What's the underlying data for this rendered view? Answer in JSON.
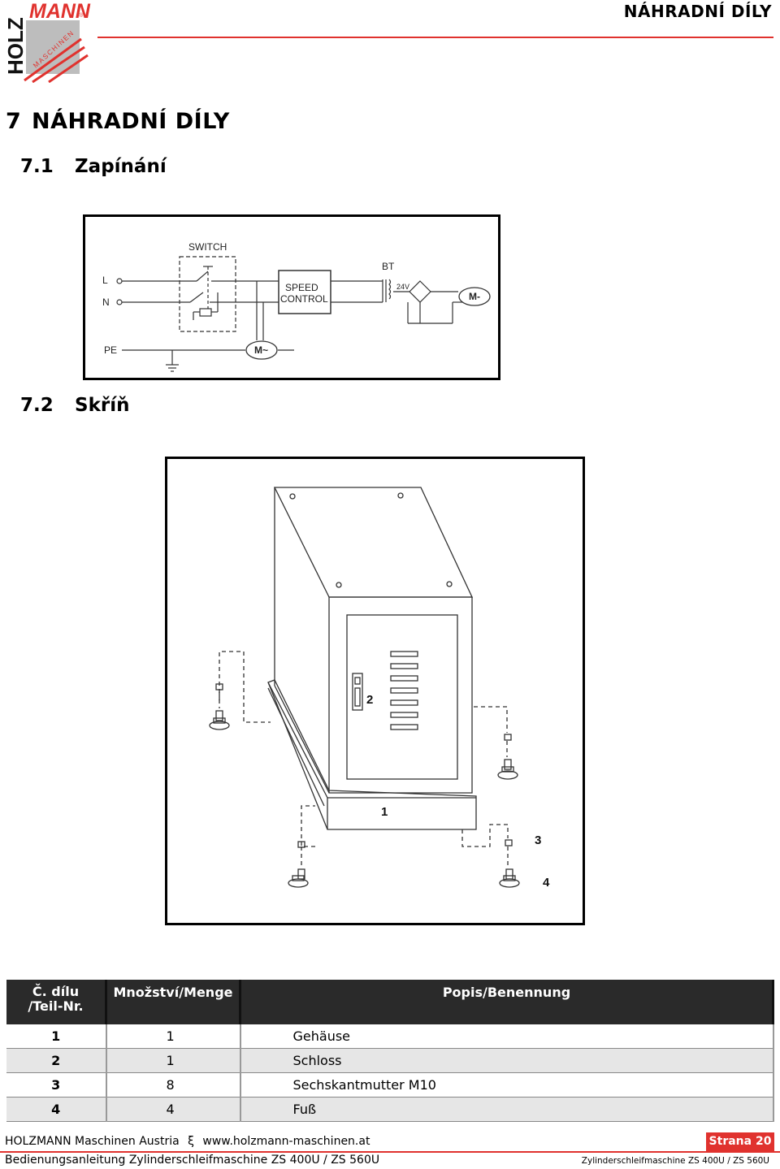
{
  "brand": {
    "holz": "HOLZ",
    "mann": "MANN",
    "reg": "®",
    "maschinen": "MASCHINEN"
  },
  "header": {
    "title": "NÁHRADNÍ DÍLY"
  },
  "section": {
    "number": "7",
    "title": "NÁHRADNÍ DÍLY"
  },
  "sub1": {
    "number": "7.1",
    "title": "Zapínání"
  },
  "wiring": {
    "switch": "SWITCH",
    "l": "L",
    "n": "N",
    "pe": "PE",
    "speed": "SPEED",
    "control": "CONTROL",
    "bt": "BT",
    "v24": "24V",
    "motor_ac": "M~",
    "motor_dc": "M-"
  },
  "sub2": {
    "number": "7.2",
    "title": "Skříň"
  },
  "cabinet_labels": {
    "p1": "1",
    "p2": "2",
    "p3": "3",
    "p4": "4"
  },
  "table": {
    "h_no_1": "Č. dílu",
    "h_no_2": "/Teil-Nr.",
    "h_qty": "Množství/Menge",
    "h_desc": "Popis/Benennung",
    "rows": [
      {
        "no": "1",
        "qty": "1",
        "desc": "Gehäuse"
      },
      {
        "no": "2",
        "qty": "1",
        "desc": "Schloss"
      },
      {
        "no": "3",
        "qty": "8",
        "desc": "Sechskantmutter M10"
      },
      {
        "no": "4",
        "qty": "4",
        "desc": "Fuß"
      }
    ]
  },
  "footer": {
    "company": "HOLZMANN Maschinen Austria",
    "sep": "ξ",
    "url": "www.holzmann-maschinen.at",
    "page": "Strana 20",
    "manual": "Bedienungsanleitung Zylinderschleifmaschine ZS 400U / ZS 560U",
    "model": "Zylinderschleifmaschine ZS 400U / ZS 560U"
  },
  "colors": {
    "accent": "#e0322e",
    "table_header": "#2a2a2a",
    "row_alt": "#e6e6e6"
  }
}
